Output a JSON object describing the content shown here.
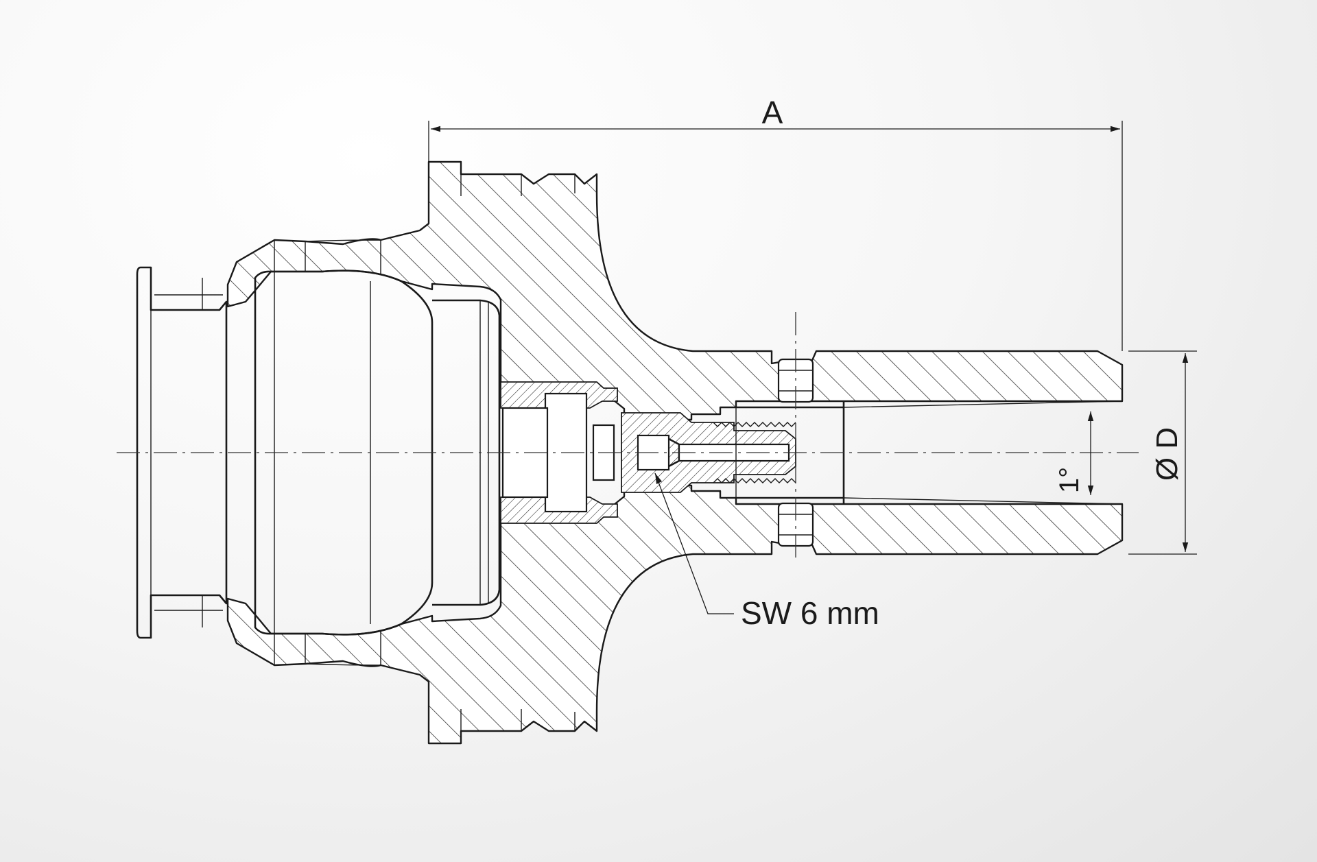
{
  "dimensions": {
    "length_label": "A",
    "diameter_label": "Ø D",
    "taper_angle_label": "1°",
    "wrench_size_label": "SW 6 mm"
  },
  "colors": {
    "line": "#1a1a1a",
    "background": "#f3f3f3"
  }
}
